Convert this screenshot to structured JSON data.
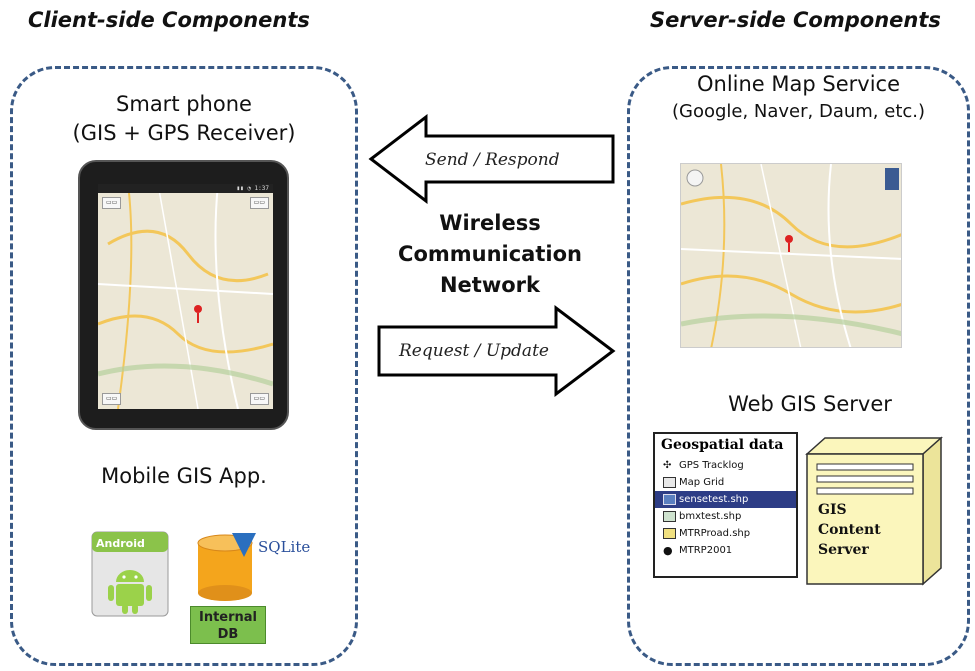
{
  "titles": {
    "client": "Client-side Components",
    "server": "Server-side Components"
  },
  "client": {
    "device_line1": "Smart phone",
    "device_line2": "(GIS + GPS Receiver)",
    "app_label": "Mobile GIS App.",
    "android_label": "Android",
    "sqlite_label": "SQLite",
    "internal_db_line1": "Internal",
    "internal_db_line2": "DB"
  },
  "network": {
    "send_label": "Send / Respond",
    "request_label": "Request / Update",
    "line1": "Wireless",
    "line2": "Communication",
    "line3": "Network"
  },
  "server": {
    "map_service_line1": "Online Map Service",
    "map_service_line2": "(Google, Naver, Daum, etc.)",
    "web_gis_label": "Web GIS Server",
    "geo_title": "Geospatial data",
    "geo_items": [
      "GPS Tracklog",
      "Map Grid",
      "sensetest.shp",
      "bmxtest.shp",
      "MTRProad.shp",
      "MTRP2001"
    ],
    "content_line1": "GIS",
    "content_line2": "Content",
    "content_line3": "Server"
  },
  "colors": {
    "panel_border": "#3a5a86",
    "server_fill": "#fbf6bc",
    "db_fill": "#f4a51c",
    "internal_db_fill": "#7cbf4d",
    "selected_row": "#2d3d86"
  }
}
